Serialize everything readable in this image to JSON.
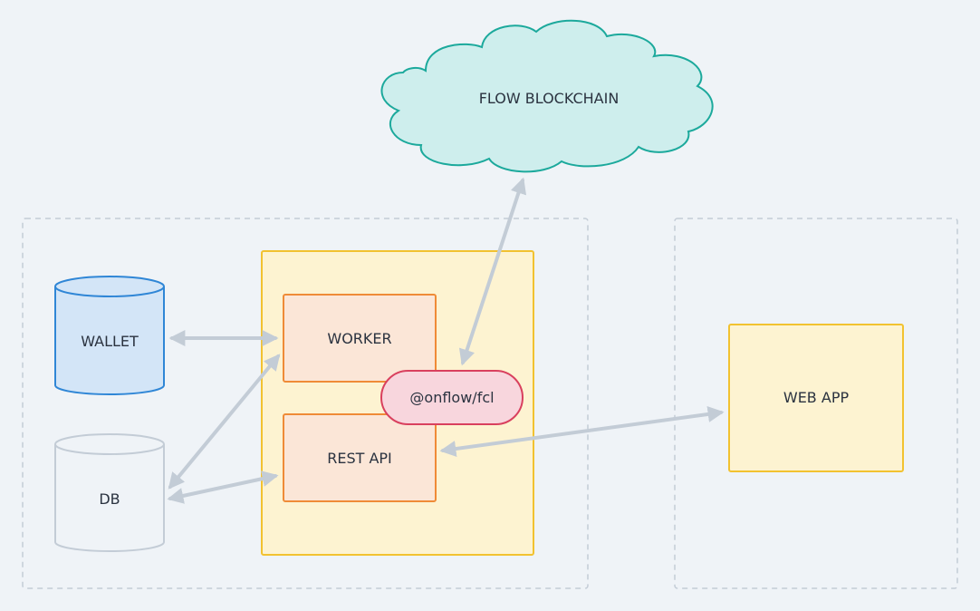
{
  "nodes": {
    "blockchain": {
      "label": "FLOW BLOCKCHAIN"
    },
    "wallet": {
      "label": "WALLET"
    },
    "db": {
      "label": "DB"
    },
    "worker": {
      "label": "WORKER"
    },
    "rest_api": {
      "label": "REST API"
    },
    "fcl": {
      "label": "@onflow/fcl"
    },
    "web_app": {
      "label": "WEB APP"
    }
  },
  "colors": {
    "background": "#eff3f7",
    "cloud_fill": "#ceeeed",
    "cloud_stroke": "#1ca99c",
    "wallet_fill": "#d3e5f7",
    "wallet_stroke": "#2f86d6",
    "db_fill": "#eff3f7",
    "db_stroke": "#c3ccd6",
    "service_fill": "#fdf3d1",
    "service_stroke": "#f2c230",
    "component_fill": "#fbe6d7",
    "component_stroke": "#ef8b37",
    "fcl_fill": "#f8d6dd",
    "fcl_stroke": "#d9405e",
    "arrow": "#c3ccd6",
    "group_border": "#c3ccd6"
  },
  "connections": [
    {
      "from": "wallet",
      "to": "worker",
      "direction": "bidirectional"
    },
    {
      "from": "db",
      "to": "worker",
      "direction": "bidirectional"
    },
    {
      "from": "db",
      "to": "rest_api",
      "direction": "bidirectional"
    },
    {
      "from": "fcl",
      "to": "blockchain",
      "direction": "bidirectional"
    },
    {
      "from": "rest_api",
      "to": "web_app",
      "direction": "bidirectional"
    }
  ]
}
